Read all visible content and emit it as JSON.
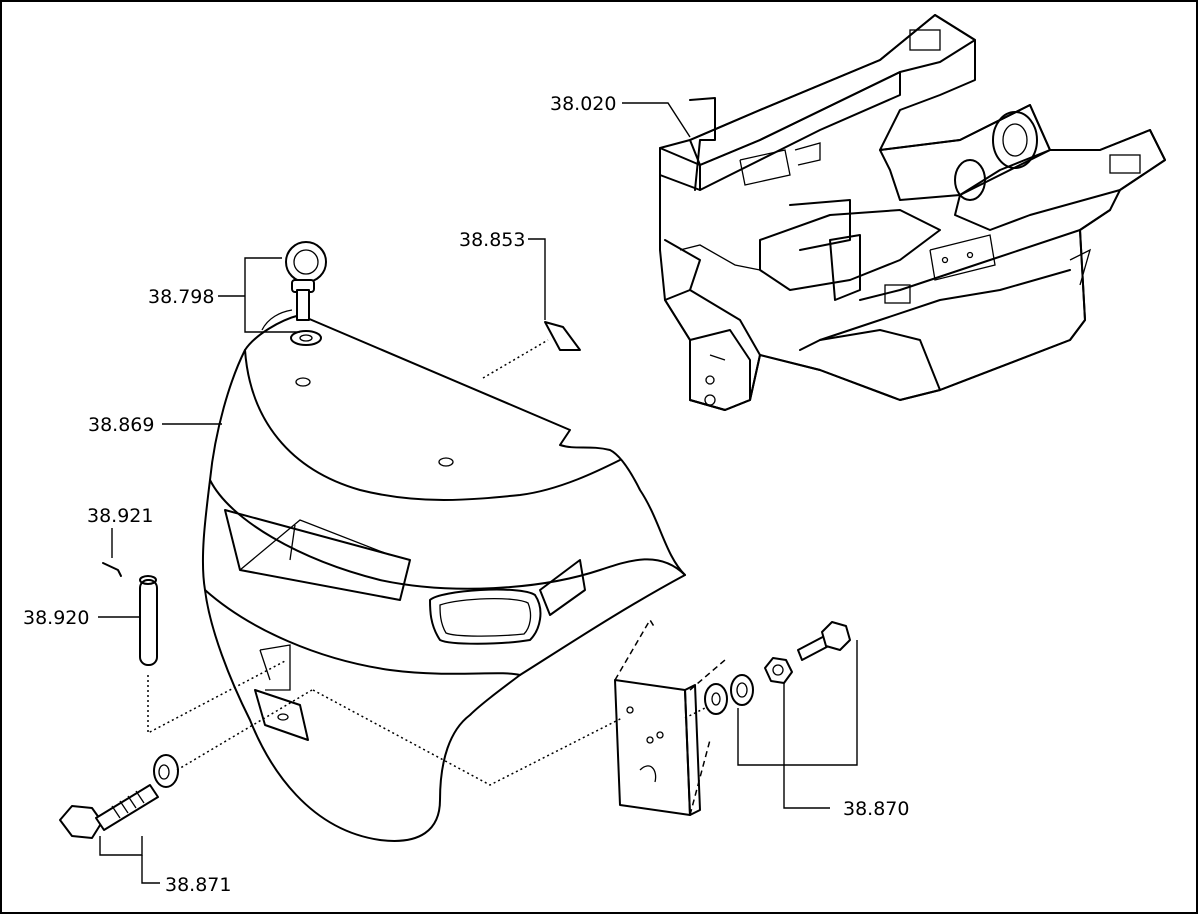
{
  "callouts": {
    "p38020": "38.020",
    "p38853": "38.853",
    "p38798": "38.798",
    "p38869": "38.869",
    "p38921": "38.921",
    "p38920": "38.920",
    "p38870": "38.870",
    "p38871": "38.871"
  }
}
